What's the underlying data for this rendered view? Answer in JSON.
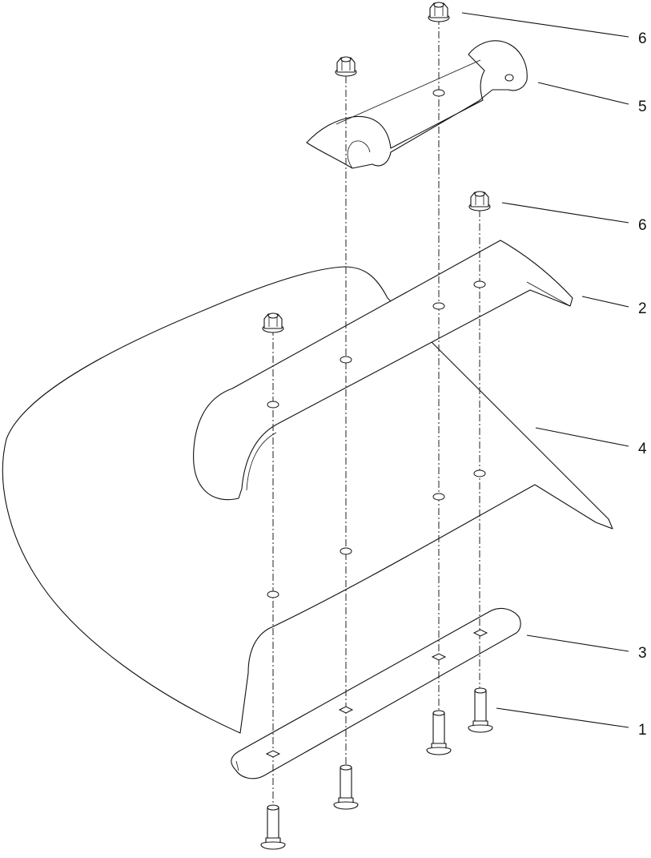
{
  "diagram": {
    "callouts": [
      {
        "label": "6"
      },
      {
        "label": "5"
      },
      {
        "label": "6"
      },
      {
        "label": "2"
      },
      {
        "label": "4"
      },
      {
        "label": "3"
      },
      {
        "label": "1"
      }
    ]
  }
}
